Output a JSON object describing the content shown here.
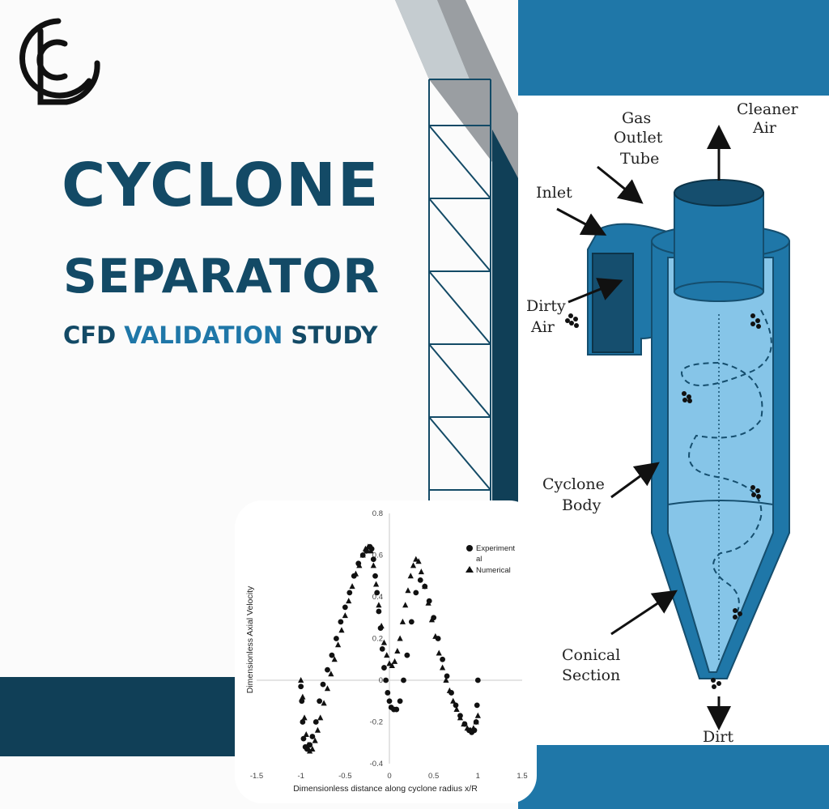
{
  "brand": {
    "logo_icon": "cf-monogram-logo",
    "color": "#111111"
  },
  "headline": {
    "line1": "CYCLONE",
    "line2": "SEPARATOR",
    "subtitle_part1": "CFD",
    "subtitle_highlight": "VALIDATION",
    "subtitle_part2": "STUDY",
    "text_color": "#134a66",
    "accent_color": "#1f77a8"
  },
  "diagram": {
    "labels": {
      "gas_outlet_1": "Gas",
      "gas_outlet_2": "Outlet",
      "gas_outlet_3": "Tube",
      "cleaner_1": "Cleaner",
      "cleaner_2": "Air",
      "inlet": "Inlet",
      "dirty_1": "Dirty",
      "dirty_2": "Air",
      "body_1": "Cyclone",
      "body_2": "Body",
      "conical_1": "Conical",
      "conical_2": "Section",
      "dirt": "Dirt"
    },
    "colors": {
      "body": "#1f77a8",
      "inside": "#86c5e8",
      "dark": "#154e6e"
    }
  },
  "chart_data": {
    "type": "scatter",
    "xlabel": "Dimensionless distance along cyclone radius x/R",
    "ylabel": "Dimensionless Axial Velocity",
    "xlim": [
      -1.5,
      1.5
    ],
    "ylim": [
      -0.4,
      0.8
    ],
    "x_ticks": [
      "-1.5",
      "-1",
      "-0.5",
      "0",
      "0.5",
      "1",
      "1.5"
    ],
    "y_ticks": [
      "-0.4",
      "-0.2",
      "0",
      "0.2",
      "0.4",
      "0.6",
      "0.8"
    ],
    "legend": {
      "position": "top-right",
      "experimental_line1": "Experiment",
      "experimental_line2": "al",
      "numerical": "Numerical"
    },
    "series": [
      {
        "name": "Experimental",
        "marker": "circle",
        "x": [
          -1.0,
          -0.99,
          -0.98,
          -0.97,
          -0.95,
          -0.93,
          -0.9,
          -0.87,
          -0.83,
          -0.79,
          -0.75,
          -0.7,
          -0.65,
          -0.6,
          -0.55,
          -0.5,
          -0.45,
          -0.4,
          -0.35,
          -0.3,
          -0.26,
          -0.22,
          -0.2,
          -0.18,
          -0.16,
          -0.14,
          -0.12,
          -0.1,
          -0.08,
          -0.06,
          -0.04,
          -0.02,
          0.0,
          0.02,
          0.05,
          0.08,
          0.12,
          0.16,
          0.2,
          0.25,
          0.3,
          0.35,
          0.4,
          0.45,
          0.5,
          0.55,
          0.6,
          0.65,
          0.7,
          0.75,
          0.8,
          0.85,
          0.9,
          0.93,
          0.96,
          0.98,
          0.99,
          1.0
        ],
        "y": [
          -0.03,
          -0.1,
          -0.2,
          -0.28,
          -0.32,
          -0.33,
          -0.31,
          -0.27,
          -0.2,
          -0.1,
          -0.02,
          0.05,
          0.12,
          0.2,
          0.28,
          0.35,
          0.42,
          0.5,
          0.56,
          0.6,
          0.62,
          0.64,
          0.63,
          0.58,
          0.5,
          0.42,
          0.33,
          0.25,
          0.15,
          0.06,
          0.0,
          -0.06,
          -0.1,
          -0.13,
          -0.14,
          -0.14,
          -0.1,
          0.0,
          0.12,
          0.28,
          0.42,
          0.48,
          0.45,
          0.38,
          0.3,
          0.2,
          0.1,
          0.02,
          -0.06,
          -0.12,
          -0.17,
          -0.21,
          -0.24,
          -0.25,
          -0.24,
          -0.2,
          -0.12,
          0.0
        ]
      },
      {
        "name": "Numerical",
        "marker": "triangle",
        "x": [
          -1.0,
          -0.98,
          -0.96,
          -0.94,
          -0.92,
          -0.9,
          -0.87,
          -0.84,
          -0.81,
          -0.78,
          -0.74,
          -0.7,
          -0.66,
          -0.62,
          -0.58,
          -0.54,
          -0.5,
          -0.46,
          -0.42,
          -0.38,
          -0.34,
          -0.3,
          -0.27,
          -0.24,
          -0.21,
          -0.18,
          -0.15,
          -0.12,
          -0.09,
          -0.06,
          -0.03,
          0.0,
          0.03,
          0.06,
          0.09,
          0.12,
          0.15,
          0.18,
          0.21,
          0.24,
          0.27,
          0.3,
          0.33,
          0.36,
          0.4,
          0.44,
          0.48,
          0.52,
          0.56,
          0.6,
          0.64,
          0.68,
          0.72,
          0.76,
          0.8,
          0.84,
          0.88,
          0.92,
          0.95,
          0.98,
          1.0
        ],
        "y": [
          0.0,
          -0.08,
          -0.18,
          -0.26,
          -0.31,
          -0.34,
          -0.33,
          -0.29,
          -0.24,
          -0.18,
          -0.11,
          -0.04,
          0.03,
          0.1,
          0.17,
          0.24,
          0.31,
          0.38,
          0.45,
          0.51,
          0.55,
          0.6,
          0.63,
          0.64,
          0.62,
          0.55,
          0.46,
          0.36,
          0.26,
          0.18,
          0.12,
          0.08,
          0.07,
          0.09,
          0.14,
          0.2,
          0.28,
          0.36,
          0.43,
          0.5,
          0.55,
          0.58,
          0.57,
          0.52,
          0.45,
          0.37,
          0.29,
          0.21,
          0.13,
          0.06,
          0.0,
          -0.05,
          -0.1,
          -0.14,
          -0.18,
          -0.21,
          -0.23,
          -0.24,
          -0.23,
          -0.2,
          -0.17
        ]
      }
    ]
  }
}
